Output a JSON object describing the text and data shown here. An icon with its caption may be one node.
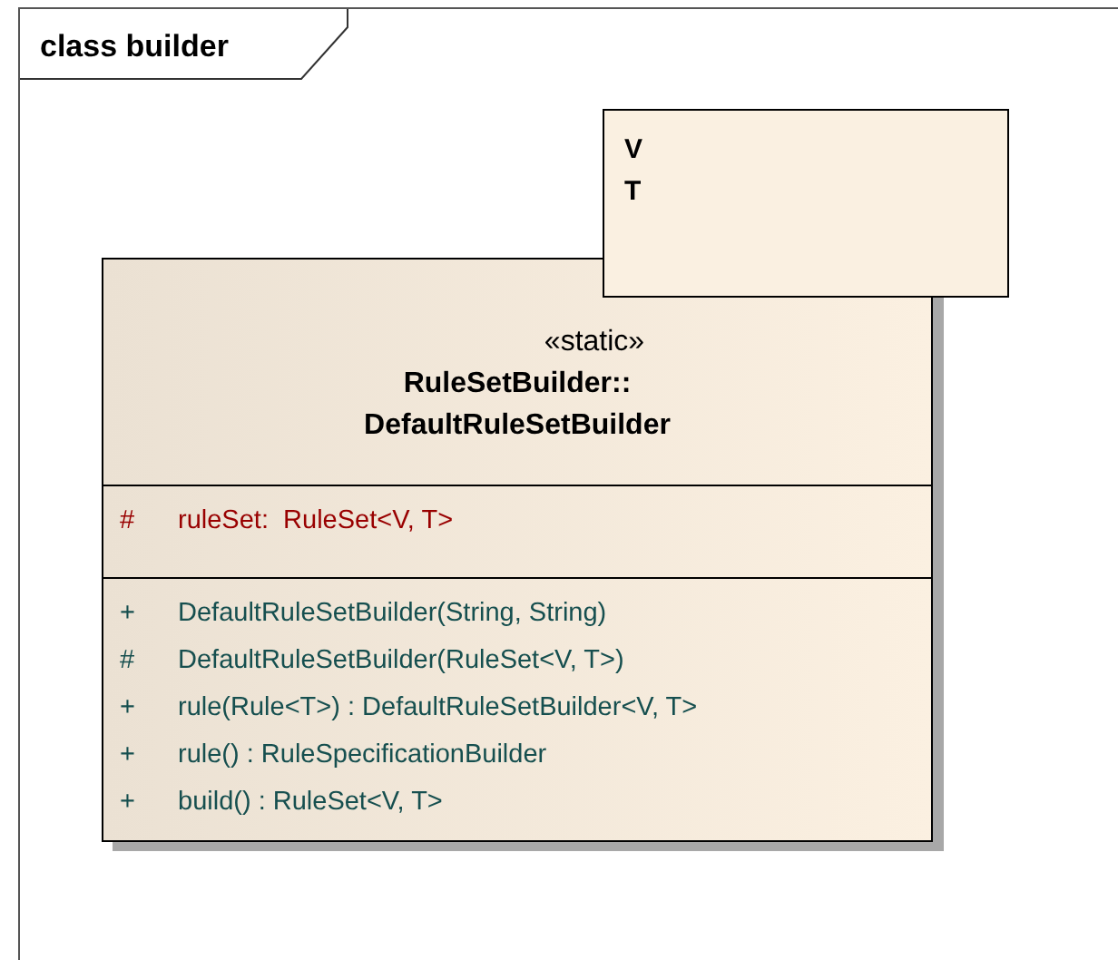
{
  "diagram": {
    "nodes": [
      {
        "text": [
          "class builder"
        ]
      },
      {
        "text": [
          "«static»",
          "RuleSetBuilder:: DefaultRuleSetBuilder"
        ],
        "in": 0
      },
      {
        "text": [
          "#",
          "ruleSet:  RuleSet<V, T>"
        ],
        "in": 1
      },
      {
        "text": [
          "+",
          "DefaultRuleSetBuilder(String, String)",
          "#",
          "DefaultRuleSetBuilder(RuleSet<V, T>)",
          "+",
          "rule(Rule<T>) : DefaultRuleSetBuilder<V, T>",
          "+",
          "rule() : RuleSpecificationBuilder",
          "+",
          "build() : RuleSet<V, T>"
        ],
        "in": 1
      },
      {
        "text": [
          "V",
          "T"
        ],
        "in": 0
      }
    ],
    "edges": []
  }
}
